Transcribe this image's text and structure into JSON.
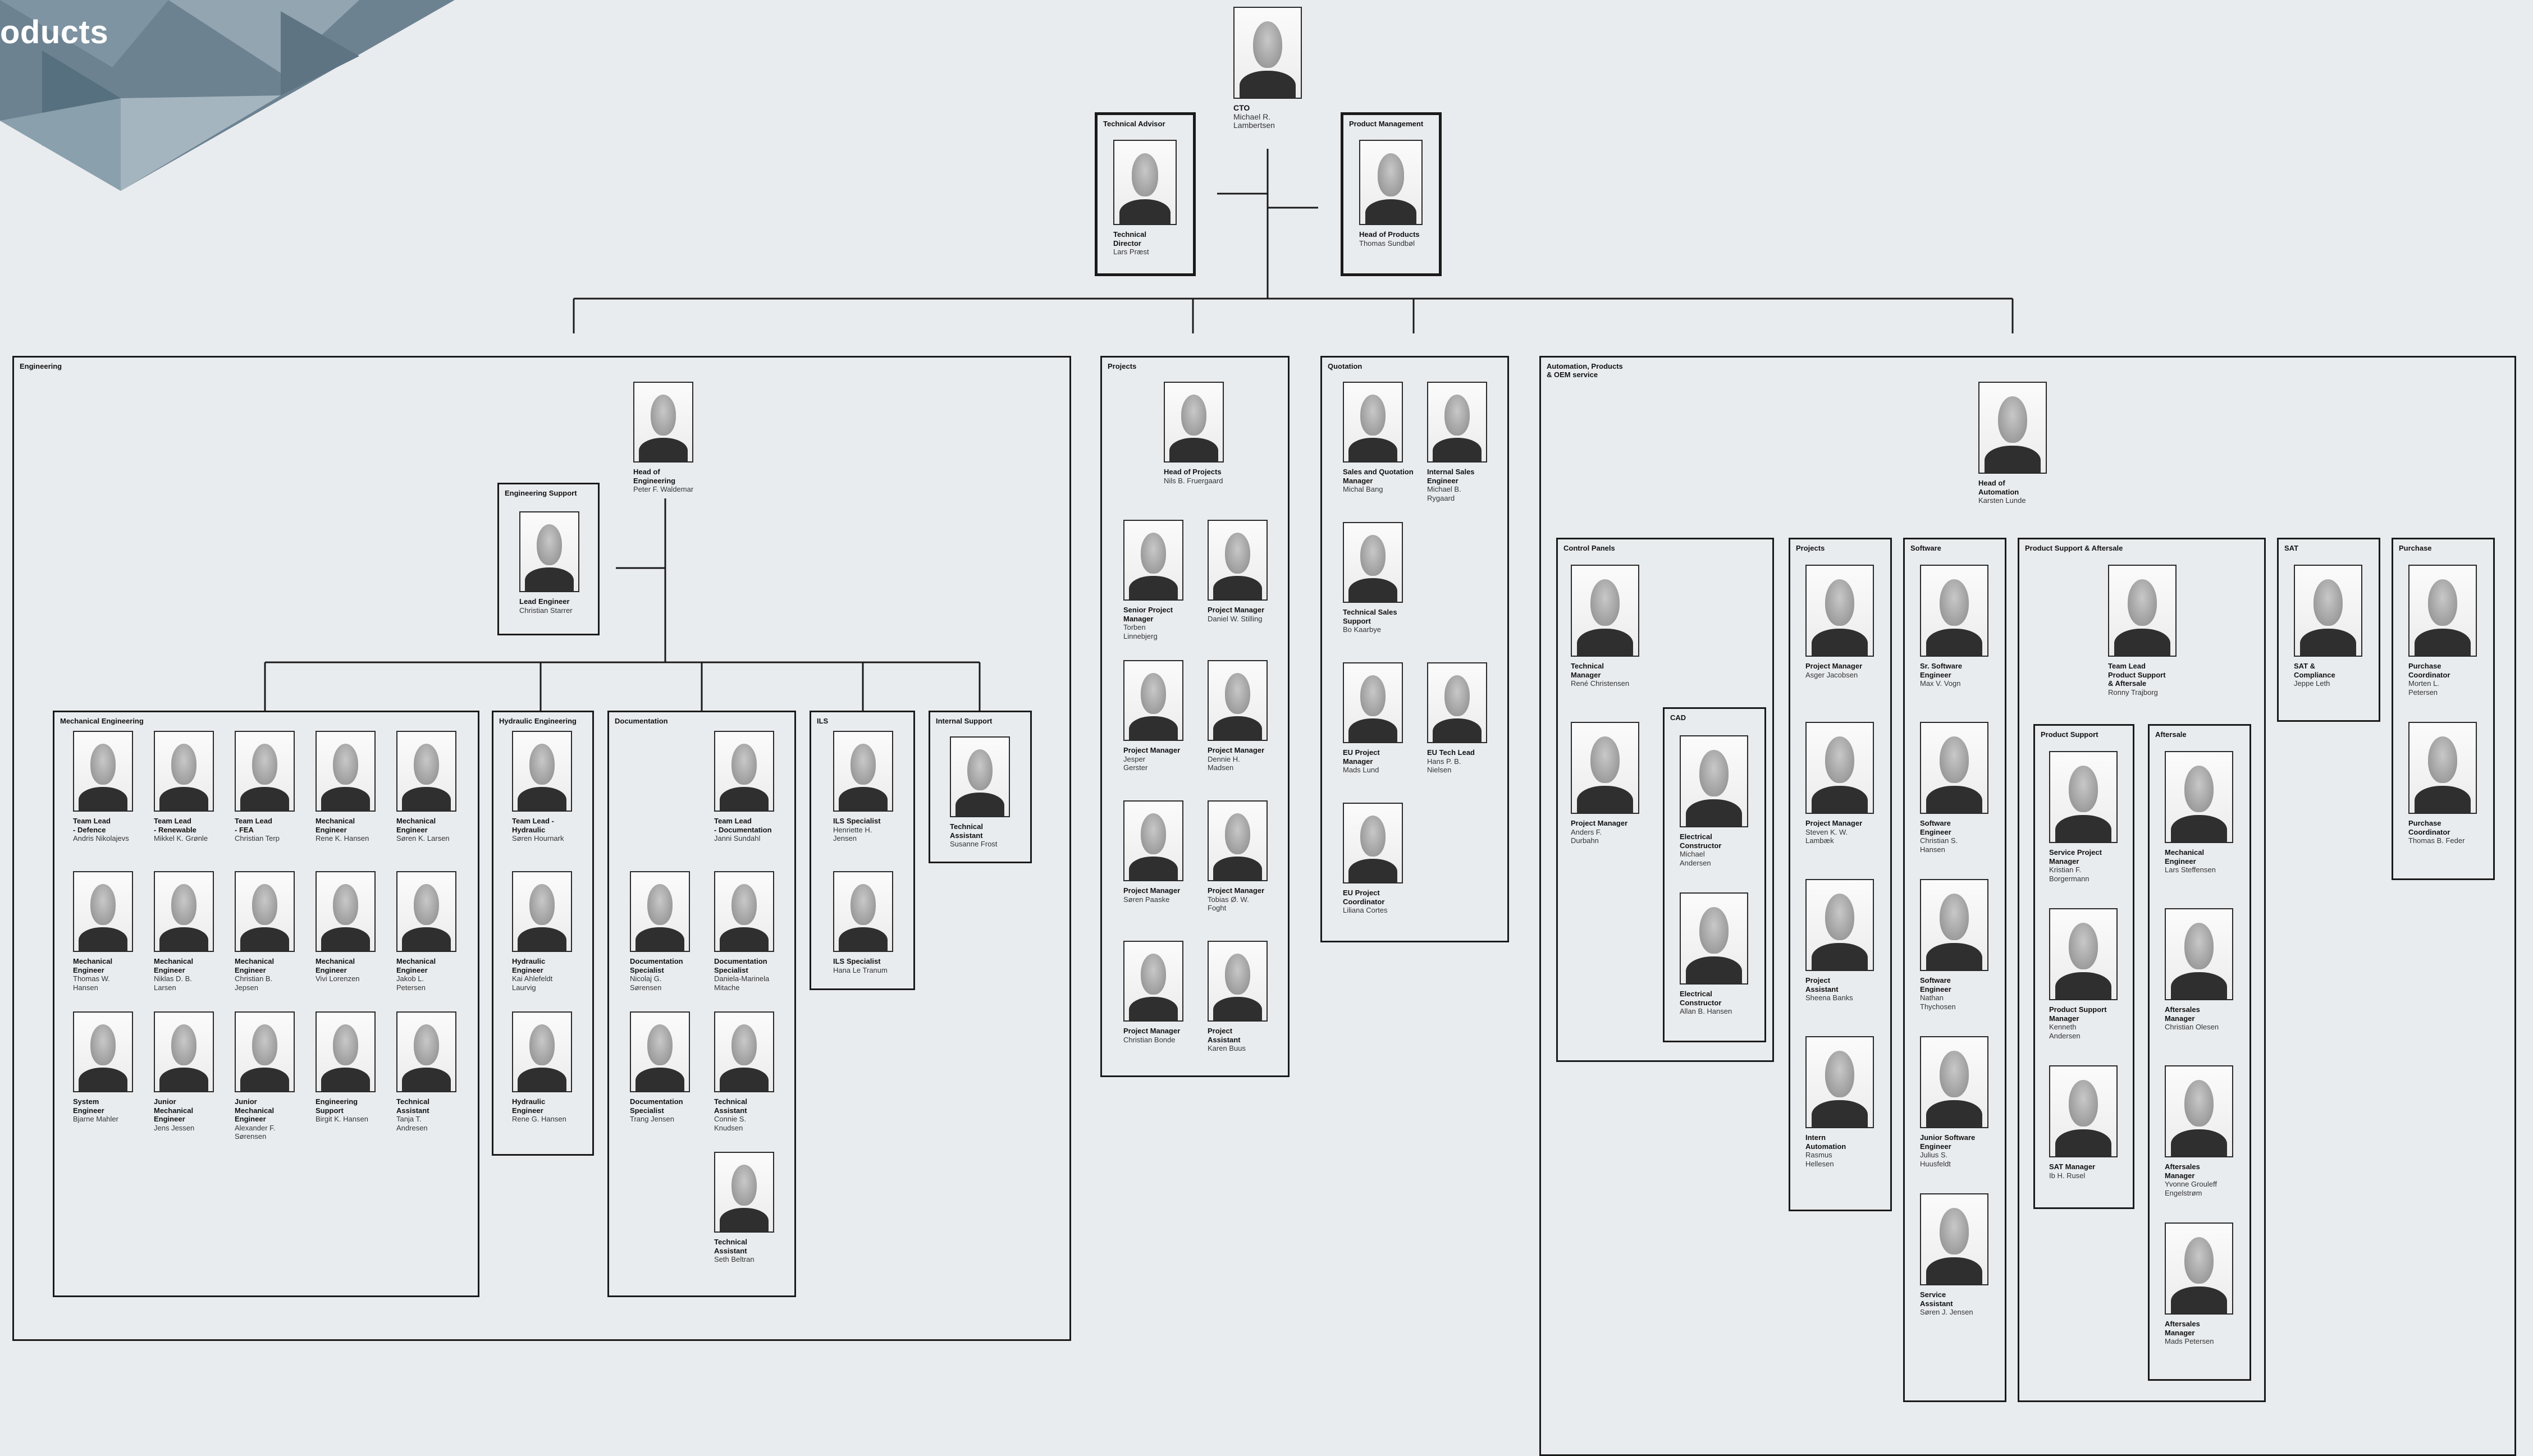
{
  "page": {
    "title": "oducts",
    "colors": {
      "background": "#e9ecef",
      "box_border": "#1a1a1a",
      "decoration": "#6c8291"
    }
  },
  "top": {
    "cto": {
      "role": "CTO",
      "name": "Michael R.\nLambertsen",
      "icon": "person-photo"
    },
    "technical_advisor": {
      "title": "Technical Advisor",
      "role": "Technical\nDirector",
      "name": "Lars Præst"
    },
    "product_management": {
      "title": "Product Management",
      "role": "Head of Products",
      "name": "Thomas Sundbøl"
    }
  },
  "engineering": {
    "title": "Engineering",
    "head": {
      "role": "Head of\nEngineering",
      "name": "Peter F. Waldemar"
    },
    "support": {
      "title": "Engineering Support",
      "role": "Lead Engineer",
      "name": "Christian Starrer"
    },
    "mechanical": {
      "title": "Mechanical Engineering",
      "people": [
        {
          "role": "Team Lead\n- Defence",
          "name": "Andris Nikolajevs"
        },
        {
          "role": "Team Lead\n- Renewable",
          "name": "Mikkel K. Grønle"
        },
        {
          "role": "Team Lead\n- FEA",
          "name": "Christian Terp"
        },
        {
          "role": "Mechanical\nEngineer",
          "name": "Rene K. Hansen"
        },
        {
          "role": "Mechanical\nEngineer",
          "name": "Søren K. Larsen"
        },
        {
          "role": "Mechanical\nEngineer",
          "name": "Thomas W.\nHansen"
        },
        {
          "role": "Mechanical\nEngineer",
          "name": "Niklas D. B.\nLarsen"
        },
        {
          "role": "Mechanical\nEngineer",
          "name": "Christian B.\nJepsen"
        },
        {
          "role": "Mechanical\nEngineer",
          "name": "Vivi Lorenzen"
        },
        {
          "role": "Mechanical\nEngineer",
          "name": "Jakob L.\nPetersen"
        },
        {
          "role": "System\nEngineer",
          "name": "Bjarne Mahler"
        },
        {
          "role": "Junior\nMechanical\nEngineer",
          "name": "Jens Jessen"
        },
        {
          "role": "Junior\nMechanical\nEngineer",
          "name": "Alexander F.\nSørensen"
        },
        {
          "role": "Engineering\nSupport",
          "name": "Birgit K. Hansen"
        },
        {
          "role": "Technical\nAssistant",
          "name": "Tanja T.\nAndresen"
        }
      ]
    },
    "hydraulic": {
      "title": "Hydraulic Engineering",
      "people": [
        {
          "role": "Team Lead -\nHydraulic",
          "name": "Søren Hournark"
        },
        {
          "role": "Hydraulic\nEngineer",
          "name": "Kai Ahlefeldt\nLaurvig"
        },
        {
          "role": "Hydraulic\nEngineer",
          "name": "Rene G. Hansen"
        }
      ]
    },
    "documentation": {
      "title": "Documentation",
      "people": [
        {
          "role": "Team Lead\n- Documentation",
          "name": "Janni Sundahl"
        },
        {
          "role": "Documentation\nSpecialist",
          "name": "Nicolaj G.\nSørensen"
        },
        {
          "role": "Documentation\nSpecialist",
          "name": "Daniela-Marinela\nMitache"
        },
        {
          "role": "Documentation\nSpecialist",
          "name": "Trang Jensen"
        },
        {
          "role": "Technical\nAssistant",
          "name": "Connie S.\nKnudsen"
        },
        {
          "role": "Technical\nAssistant",
          "name": "Seth Beltran"
        }
      ]
    },
    "ils": {
      "title": "ILS",
      "people": [
        {
          "role": "ILS Specialist",
          "name": "Henriette H.\nJensen"
        },
        {
          "role": "ILS Specialist",
          "name": "Hana Le Tranum"
        }
      ]
    },
    "internal_support": {
      "title": "Internal Support",
      "people": [
        {
          "role": "Technical\nAssistant",
          "name": "Susanne Frost"
        }
      ]
    }
  },
  "projects": {
    "title": "Projects",
    "head": {
      "role": "Head of Projects",
      "name": "Nils B. Fruergaard"
    },
    "people": [
      {
        "role": "Senior Project\nManager",
        "name": "Torben\nLinnebjerg"
      },
      {
        "role": "Project Manager",
        "name": "Daniel W. Stilling"
      },
      {
        "role": "Project Manager",
        "name": "Jesper\nGerster"
      },
      {
        "role": "Project Manager",
        "name": "Dennie H.\nMadsen"
      },
      {
        "role": "Project Manager",
        "name": "Søren Paaske"
      },
      {
        "role": "Project Manager",
        "name": "Tobias Ø. W.\nFoght"
      },
      {
        "role": "Project Manager",
        "name": "Christian Bonde"
      },
      {
        "role": "Project\nAssistant",
        "name": "Karen Buus"
      }
    ]
  },
  "quotation": {
    "title": "Quotation",
    "people": [
      {
        "role": "Sales and Quotation\nManager",
        "name": "Michal Bang"
      },
      {
        "role": "Internal Sales\nEngineer",
        "name": "Michael B.\nRygaard"
      },
      {
        "role": "Technical Sales\nSupport",
        "name": "Bo Kaarbye"
      },
      {
        "role": "EU Project\nManager",
        "name": "Mads Lund"
      },
      {
        "role": "EU Tech Lead",
        "name": "Hans P. B.\nNielsen"
      },
      {
        "role": "EU Project\nCoordinator",
        "name": "Liliana Cortes"
      }
    ]
  },
  "automation": {
    "title": "Automation, Products\n& OEM service",
    "head": {
      "role": "Head of\nAutomation",
      "name": "Karsten Lunde"
    },
    "control_panels": {
      "title": "Control Panels",
      "people": [
        {
          "role": "Technical\nManager",
          "name": "René Christensen"
        },
        {
          "role": "Project Manager",
          "name": "Anders F.\nDurbahn"
        }
      ],
      "cad": {
        "title": "CAD",
        "people": [
          {
            "role": "Electrical\nConstructor",
            "name": "Michael\nAndersen"
          },
          {
            "role": "Electrical\nConstructor",
            "name": "Allan B. Hansen"
          }
        ]
      }
    },
    "projects": {
      "title": "Projects",
      "people": [
        {
          "role": "Project Manager",
          "name": "Asger Jacobsen"
        },
        {
          "role": "Project Manager",
          "name": "Steven K. W.\nLambæk"
        },
        {
          "role": "Project\nAssistant",
          "name": "Sheena Banks"
        },
        {
          "role": "Intern\nAutomation",
          "name": "Rasmus\nHellesen"
        }
      ]
    },
    "software": {
      "title": "Software",
      "people": [
        {
          "role": "Sr. Software\nEngineer",
          "name": "Max V. Vogn"
        },
        {
          "role": "Software\nEngineer",
          "name": "Christian S.\nHansen"
        },
        {
          "role": "Software\nEngineer",
          "name": "Nathan\nThychosen"
        },
        {
          "role": "Junior Software\nEngineer",
          "name": "Julius S.\nHuusfeldt"
        },
        {
          "role": "Service\nAssistant",
          "name": "Søren J. Jensen"
        }
      ]
    },
    "product_support_aftersale": {
      "title": "Product Support & Aftersale",
      "lead": {
        "role": "Team Lead\nProduct Support\n& Aftersale",
        "name": "Ronny Trajborg"
      },
      "product_support": {
        "title": "Product Support",
        "people": [
          {
            "role": "Service Project\nManager",
            "name": "Kristian F.\nBorgermann"
          },
          {
            "role": "Product Support\nManager",
            "name": "Kenneth\nAndersen"
          },
          {
            "role": "SAT Manager",
            "name": "Ib H. Rusel"
          }
        ]
      },
      "aftersale": {
        "title": "Aftersale",
        "people": [
          {
            "role": "Mechanical\nEngineer",
            "name": "Lars Steffensen"
          },
          {
            "role": "Aftersales\nManager",
            "name": "Christian Olesen"
          },
          {
            "role": "Aftersales\nManager",
            "name": "Yvonne Grouleff\nEngelstrøm"
          },
          {
            "role": "Aftersales\nManager",
            "name": "Mads Petersen"
          }
        ]
      }
    },
    "sat": {
      "title": "SAT",
      "people": [
        {
          "role": "SAT &\nCompliance",
          "name": "Jeppe Leth"
        }
      ]
    },
    "purchase": {
      "title": "Purchase",
      "people": [
        {
          "role": "Purchase\nCoordinator",
          "name": "Morten L.\nPetersen"
        },
        {
          "role": "Purchase\nCoordinator",
          "name": "Thomas B. Feder"
        }
      ]
    }
  }
}
